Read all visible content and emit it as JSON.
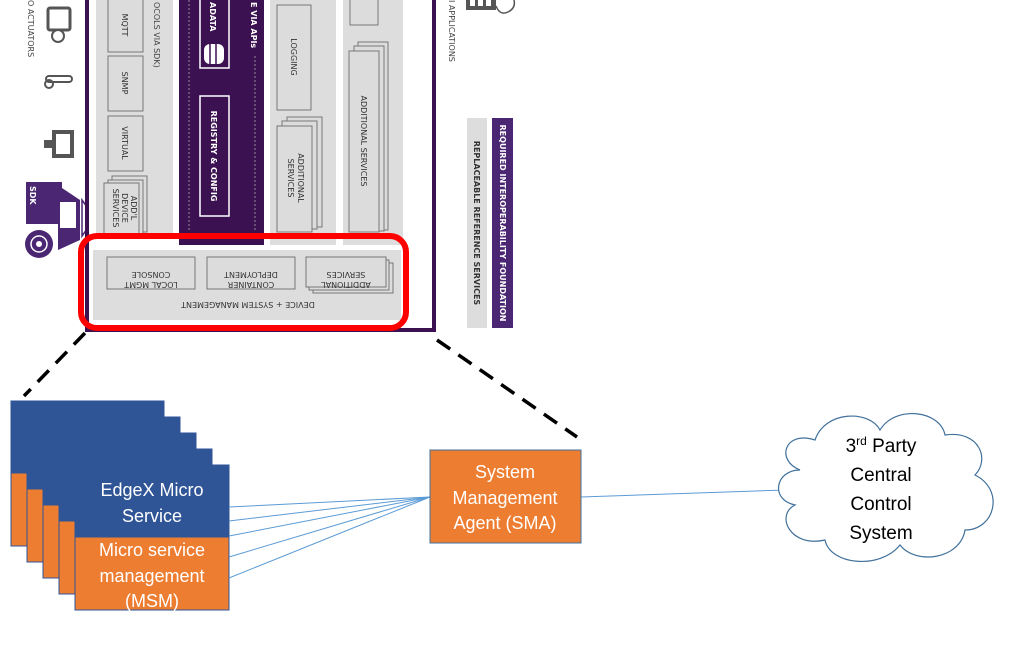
{
  "colors": {
    "purple_dark": "#3b1152",
    "purple": "#4b2673",
    "gray_panel": "#dddddd",
    "highlight_red": "#ff0000",
    "edgex_blue": "#2f5597",
    "msm_orange": "#ed7d31",
    "connector_blue": "#5b9bd5",
    "cloud_stroke": "#41719c"
  },
  "architecture": {
    "actuators_label": "O ACTUATORS",
    "sdk_label": "SDK",
    "protocols_label": "OCOLS VIA SDK)",
    "device_services": [
      "MQTT",
      "SNMP",
      "VIRTUAL"
    ],
    "addl_device_services": [
      "ADD'L",
      "DEVICE",
      "SERVICES"
    ],
    "metadata_label": "ADATA",
    "registry_label": "REGISTRY & CONFIG",
    "apis_label": "E VIA APIs",
    "logging_label": "LOGGING",
    "additional_services_1": [
      "ADDITIONAL",
      "SERVICES"
    ],
    "additional_services_2": "ADDITIONAL SERVICES",
    "applications_label": "APPLICATIONS",
    "system_management": {
      "title": "DEVICE + SYSTEM MANAGEMENT",
      "local_mgmt": [
        "LOCAL MGMT",
        "CONSOLE"
      ],
      "container": [
        "CONTAINER",
        "DEPLOYMENT"
      ],
      "additional": [
        "ADDITIONAL",
        "SERVICES"
      ]
    },
    "legend": {
      "replaceable": "REPLACEABLE REFERENCE SERVICES",
      "required": "REQUIRED INTEROPERABILITY FOUNDATION"
    }
  },
  "microservice": {
    "stack_count": 5,
    "top_label": [
      "EdgeX Micro",
      "Service"
    ],
    "bottom_label": [
      "Micro service",
      "management",
      "(MSM)"
    ]
  },
  "sma": {
    "label": [
      "System",
      "Management",
      "Agent (SMA)"
    ]
  },
  "cloud": {
    "label_prefix": "3",
    "label_sup": "rd",
    "label_rest": " Party",
    "lines": [
      "Central",
      "Control",
      "System"
    ]
  }
}
